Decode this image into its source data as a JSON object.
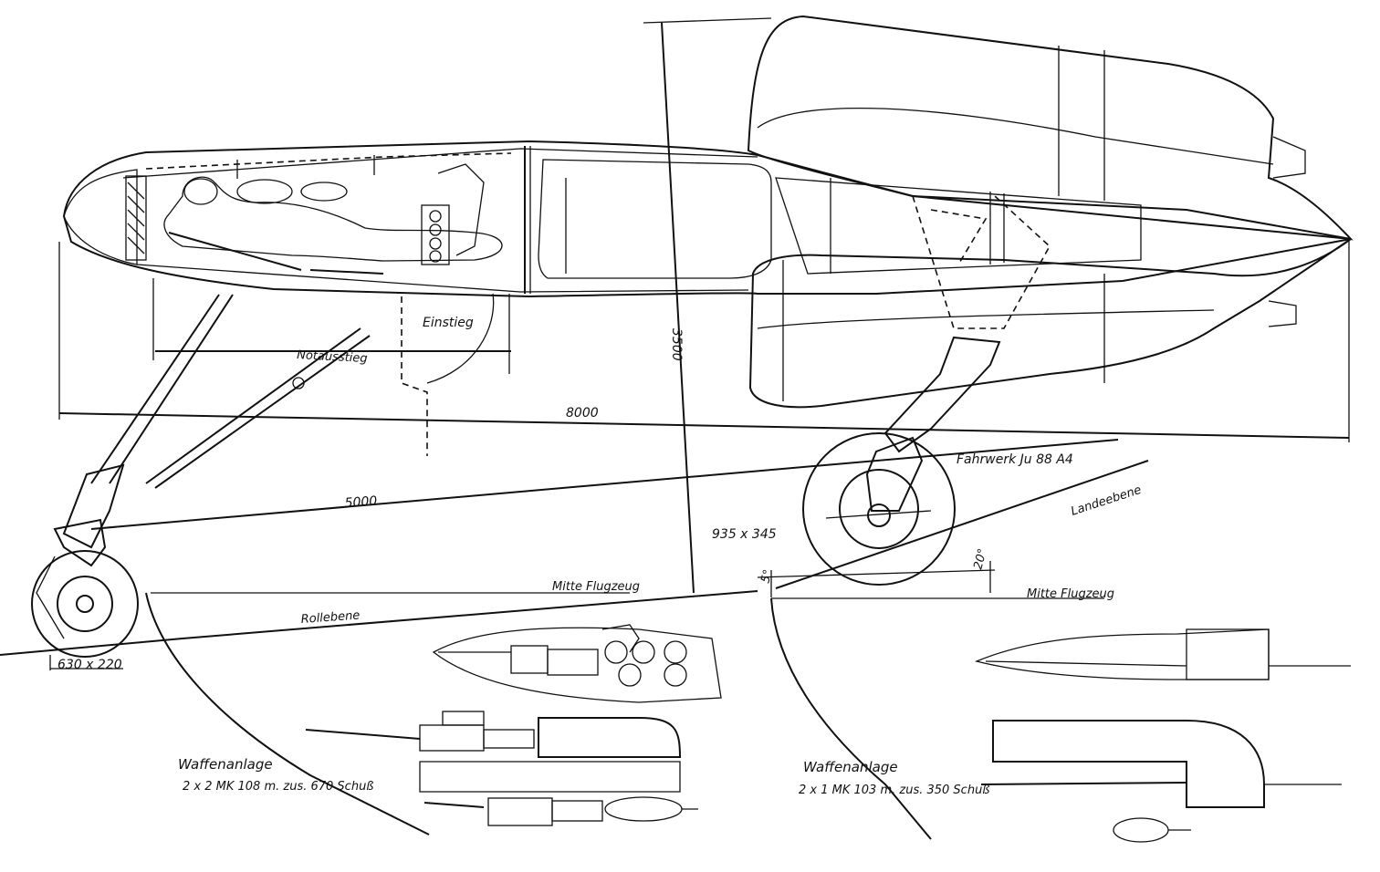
{
  "labels": {
    "einstieg": "Einstieg",
    "notausstieg": "Notausstieg",
    "dim_3500": "3500",
    "dim_8000": "8000",
    "dim_5000": "5000",
    "fahrwerk": "Fahrwerk  Ju 88 A4",
    "landeebene": "Landeebene",
    "wheel_main": "935 x 345",
    "angle_20": "20°",
    "angle_5": "5°",
    "mitte_left": "Mitte Flugzeug",
    "mitte_right": "Mitte Flugzeug",
    "rollebene": "Rollebene",
    "wheel_nose": "630 x 220",
    "waffen_left_title": "Waffenanlage",
    "waffen_left_spec": "2 x 2 MK 108 m. zus. 670 Schuß",
    "waffen_right_title": "Waffenanlage",
    "waffen_right_spec": "2 x 1 MK 103 m. zus. 350 Schuß"
  }
}
